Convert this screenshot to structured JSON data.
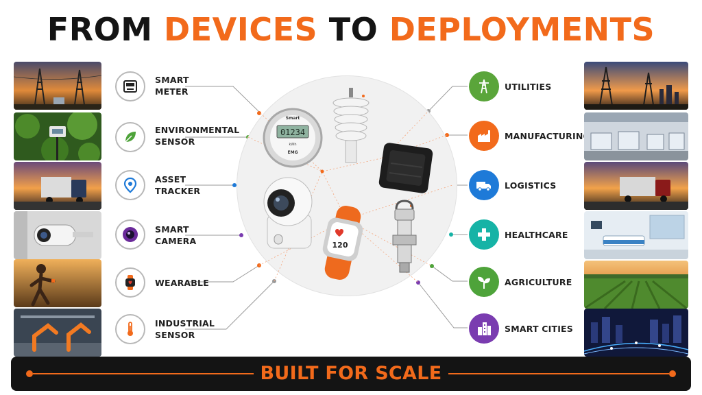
{
  "title": {
    "part1": "FROM ",
    "part2": "DEVICES",
    "part3": " TO ",
    "part4": "DEPLOYMENTS"
  },
  "colors": {
    "accent": "#f26a1b",
    "dark": "#141414"
  },
  "devices": [
    {
      "line1": "SMART",
      "line2": "METER",
      "icon": "smart-meter-icon"
    },
    {
      "line1": "ENVIRONMENTAL",
      "line2": "SENSOR",
      "icon": "leaf-icon"
    },
    {
      "line1": "ASSET",
      "line2": "TRACKER",
      "icon": "location-pin-icon"
    },
    {
      "line1": "SMART",
      "line2": "CAMERA",
      "icon": "camera-lens-icon"
    },
    {
      "line1": "WEARABLE",
      "line2": "",
      "icon": "smartwatch-icon"
    },
    {
      "line1": "INDUSTRIAL",
      "line2": "SENSOR",
      "icon": "thermometer-icon"
    }
  ],
  "deployments": [
    {
      "label": "UTILITIES",
      "icon": "power-tower-icon",
      "color": "#5aa53a"
    },
    {
      "label": "MANUFACTURING",
      "icon": "factory-icon",
      "color": "#f26a1b"
    },
    {
      "label": "LOGISTICS",
      "icon": "truck-icon",
      "color": "#1e7ad8"
    },
    {
      "label": "HEALTHCARE",
      "icon": "medical-cross-icon",
      "color": "#16b3a6"
    },
    {
      "label": "AGRICULTURE",
      "icon": "sprout-icon",
      "color": "#4ea33a"
    },
    {
      "label": "SMART CITIES",
      "icon": "city-buildings-icon",
      "color": "#7a3cb0"
    }
  ],
  "products": {
    "meter_brand": "Smart",
    "meter_reading": "01234",
    "meter_units": "kWh",
    "meter_model": "EMG",
    "watch_reading": "120"
  },
  "footer": {
    "label": "BUILT FOR SCALE"
  }
}
